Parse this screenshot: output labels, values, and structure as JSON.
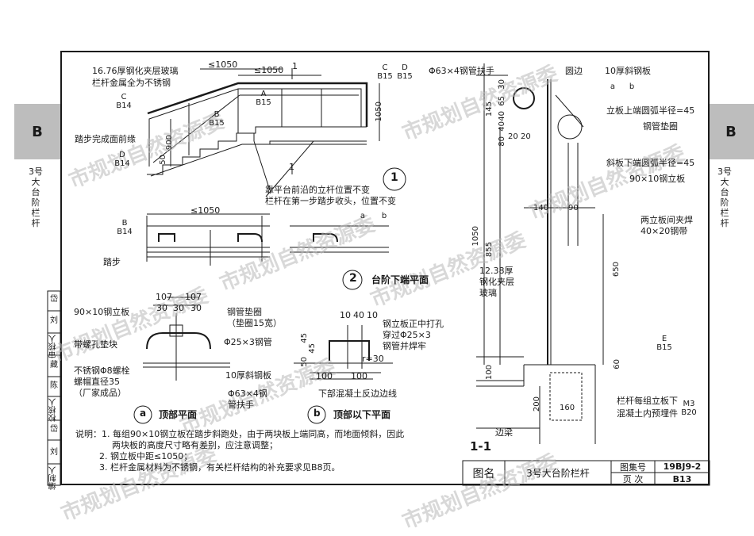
{
  "side_tabs": {
    "left_letter": "B",
    "right_letter": "B",
    "left_caption": "3号大台阶栏杆",
    "right_caption": "3号大台阶栏杆"
  },
  "left_strip": [
    "编制人",
    "刘",
    "岱",
    "校核人",
    "陈",
    "藏",
    "审核人",
    "刘",
    "岱"
  ],
  "drawing": {
    "stair_labels": {
      "glass": "16.76厚钢化夹层玻璃",
      "metal": "栏杆金属全为不锈钢",
      "tread": "踏步完成面前缘",
      "dim_1050a": "≤1050",
      "dim_1050b": "≤1050",
      "dim_1": "1",
      "dim_1b": "1",
      "h900": "900",
      "h50": "50",
      "h1050": "1050",
      "note1": "靠平台前沿的立杆位置不变",
      "note2": "栏杆在第一步踏步收头，位置不变",
      "circle1": "1"
    },
    "plan_labels": {
      "dim_1050": "≤1050",
      "step": "踏步",
      "circle2": "2",
      "title2": "台阶下端平面"
    },
    "detail_a": {
      "d107a": "107",
      "d107b": "107",
      "d30a": "30",
      "d30b": "30",
      "d30c": "30",
      "post": "90×10钢立板",
      "pad": "带螺孔垫块",
      "bolt": "不锈钢Φ8螺栓",
      "bolt2": "螺帽直径35",
      "bolt3": "（厂家成品）",
      "washer": "钢管垫圈",
      "washer2": "（垫圈15宽）",
      "pipe": "Φ25×3钢管",
      "plate": "10厚斜钢板",
      "rail": "Φ63×4钢",
      "rail2": "管扶手",
      "letter": "a",
      "title": "顶部平面"
    },
    "detail_b": {
      "d10a": "10",
      "d40": "40",
      "d10b": "10",
      "d45a": "45",
      "d45b": "45",
      "d50": "50",
      "r30": "r=30",
      "d100a": "100",
      "d100b": "100",
      "note1": "钢立板正中打孔",
      "note2": "穿过Φ25×3",
      "note3": "钢管并焊牢",
      "note4": "下部混凝土反边边线",
      "letter": "b",
      "title": "顶部以下平面"
    },
    "section": {
      "rail": "Φ63×4钢管扶手",
      "round": "圆边",
      "plate": "10厚斜钢板",
      "arc": "立板上端圆弧半径=45",
      "washer": "钢管垫圈",
      "arc2": "斜板下端圆弧半径=45",
      "post": "90×10钢立板",
      "weld": "两立板间夹焊",
      "weld2": "40×20钢带",
      "glass": "12.38厚",
      "glass2": "钢化夹层",
      "glass3": "玻璃",
      "embed": "栏杆每组立板下",
      "embed2": "混凝土内预埋件",
      "beam": "边梁",
      "title": "1-1",
      "d145": "145",
      "d30": "30",
      "d65": "65",
      "d40a": "40",
      "d40b": "40",
      "d80": "80",
      "d20a": "20",
      "d20b": "20",
      "d1050": "1050",
      "d855": "855",
      "d140": "140",
      "d90": "90",
      "d650": "650",
      "d100": "100",
      "d60": "60",
      "d200": "200",
      "d160": "160"
    },
    "bubbles": {
      "C_B15": [
        "C",
        "B15"
      ],
      "D_B15": [
        "D",
        "B15"
      ],
      "C_B14": [
        "C",
        "B14"
      ],
      "A_B15": [
        "A",
        "B15"
      ],
      "B_B15": [
        "B",
        "B15"
      ],
      "D_B14": [
        "D",
        "B14"
      ],
      "B_B14": [
        "B",
        "B14"
      ],
      "a_top": "a",
      "b_top": "b",
      "a_sec": "a",
      "b_sec": "b",
      "E_B15": [
        "E",
        "B15"
      ],
      "M3_B20": [
        "M3",
        "B20"
      ]
    }
  },
  "notes": [
    "说明：1. 每组90×10钢立板在踏步斜跑处，由于两块板上端同高，而地面倾斜，因此",
    "两块板的高度尺寸略有差别，应注意调整；",
    "2. 钢立板中距≤1050；",
    "3. 栏杆金属材料为不锈钢，有关栏杆结构的补充要求见B8页。"
  ],
  "title_block": {
    "label": "图名",
    "name": "3号大台阶栏杆",
    "atlas_label": "图集号",
    "atlas_value": "19BJ9-2",
    "page_label": "页 次",
    "page_value": "B13"
  },
  "watermark": "市规划自然资源委"
}
